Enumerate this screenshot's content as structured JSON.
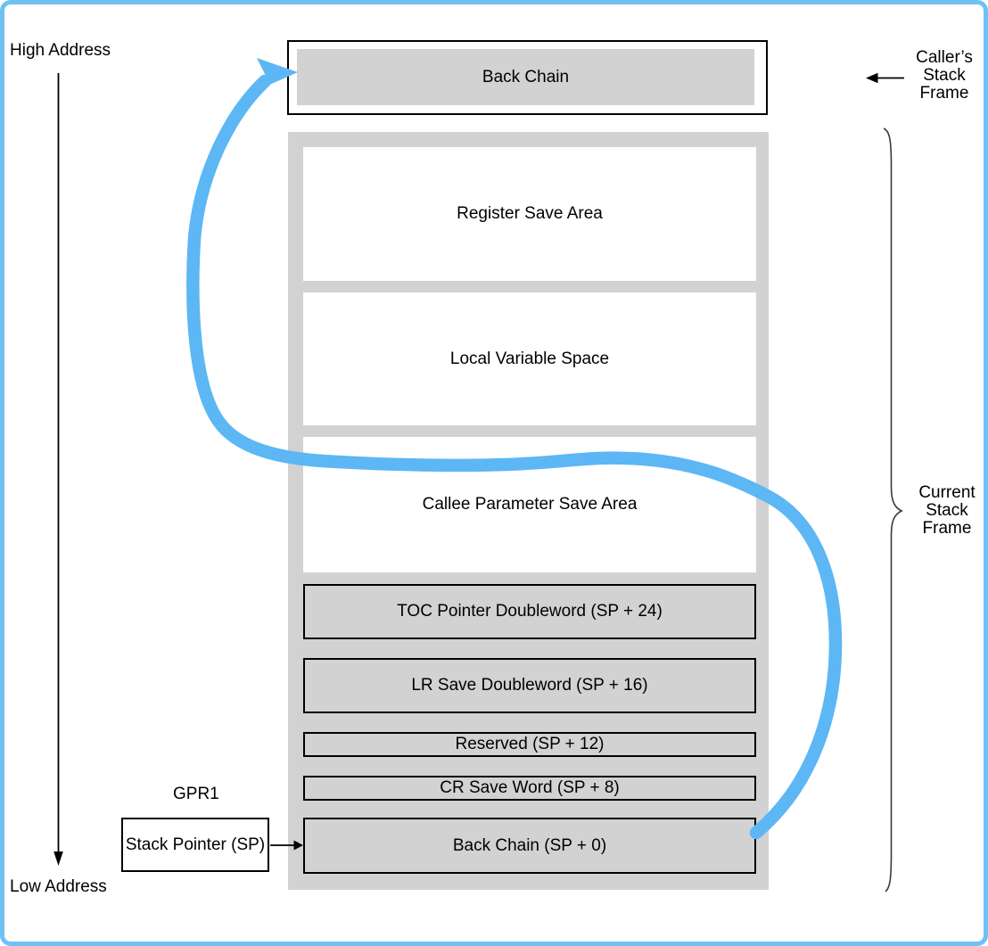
{
  "labels": {
    "high_address": "High Address",
    "low_address": "Low Address",
    "gpr1": "GPR1",
    "callers_stack_frame": "Caller’s\nStack\nFrame",
    "current_stack_frame": "Current\nStack\nFrame"
  },
  "caller_frame": {
    "back_chain": "Back Chain"
  },
  "registers": {
    "stack_pointer": "Stack Pointer (SP)"
  },
  "frame_slots": {
    "register_save_area": "Register Save Area",
    "local_variable_space": "Local Variable Space",
    "callee_parameter_save_area": "Callee Parameter Save Area",
    "toc_pointer": "TOC Pointer Doubleword (SP + 24)",
    "lr_save": "LR Save Doubleword (SP + 16)",
    "reserved": "Reserved (SP + 12)",
    "cr_save": "CR Save Word (SP + 8)",
    "back_chain_sp0": "Back Chain (SP + 0)"
  },
  "colors": {
    "page_border_blue": "#6fc1f4",
    "pointer_arrow_blue": "#5cb7f4",
    "box_gray": "#d2d2d2",
    "line_black": "#000000"
  }
}
